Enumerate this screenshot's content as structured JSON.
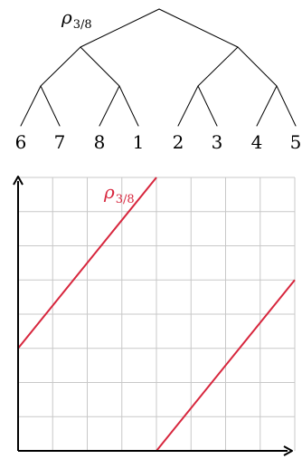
{
  "tree": {
    "label": {
      "symbol": "ρ",
      "subscript": "3/8"
    },
    "leaves": [
      "6",
      "7",
      "8",
      "1",
      "2",
      "3",
      "4",
      "5"
    ]
  },
  "graph": {
    "label": {
      "symbol": "ρ",
      "subscript": "3/8"
    },
    "line_color": "#d7263d",
    "grid_color": "#c8c8c8",
    "grid_divisions": 8,
    "domain": [
      0,
      1
    ],
    "range": [
      0,
      1
    ],
    "segments": [
      {
        "x": [
          0,
          0.5
        ],
        "y": [
          0.375,
          1
        ]
      },
      {
        "x": [
          0.5,
          1
        ],
        "y": [
          0,
          0.625
        ]
      }
    ]
  }
}
